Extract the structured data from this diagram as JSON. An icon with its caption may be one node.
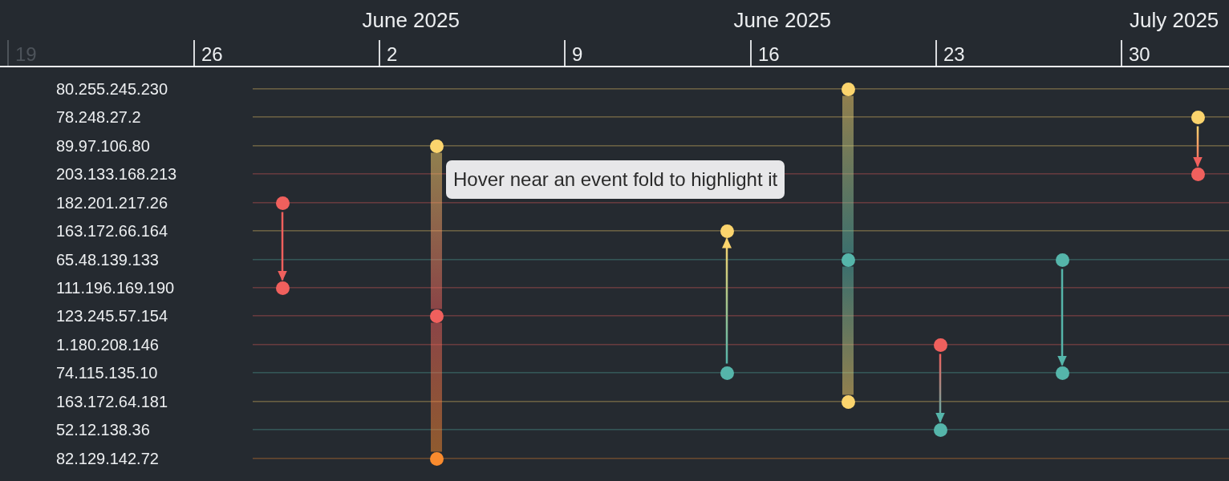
{
  "diagram": {
    "nodes": [
      {
        "text": [],
        "shape": "circle"
      },
      {
        "text": [],
        "shape": "circle"
      },
      {
        "text": [],
        "shape": "circle"
      },
      {
        "text": [],
        "shape": "circle"
      },
      {
        "text": [
          "Hover near an event fold to highlight it"
        ]
      },
      {
        "text": [],
        "shape": "circle"
      },
      {
        "text": [],
        "shape": "circle"
      },
      {
        "text": [],
        "shape": "circle"
      },
      {
        "text": [],
        "shape": "circle"
      },
      {
        "text": [],
        "shape": "circle"
      },
      {
        "text": [],
        "shape": "circle"
      },
      {
        "text": [],
        "shape": "circle"
      },
      {
        "text": [],
        "shape": "circle"
      },
      {
        "text": [],
        "shape": "circle"
      },
      {
        "text": [],
        "shape": "circle"
      },
      {
        "text": [],
        "shape": "circle"
      },
      {
        "text": [],
        "shape": "circle"
      }
    ],
    "edges": [
      {
        "from": 5,
        "to": 9,
        "arrow": "to"
      },
      {
        "from": 2,
        "to": 10,
        "arrow": "none",
        "style": "thick"
      },
      {
        "from": 10,
        "to": 16,
        "arrow": "none",
        "style": "thick"
      },
      {
        "from": 12,
        "to": 6,
        "arrow": "to"
      },
      {
        "from": 0,
        "to": 7,
        "arrow": "none",
        "style": "thick"
      },
      {
        "from": 7,
        "to": 14,
        "arrow": "none",
        "style": "thick"
      },
      {
        "from": 11,
        "to": 15,
        "arrow": "to"
      },
      {
        "from": 8,
        "to": 13,
        "arrow": "to"
      },
      {
        "from": 1,
        "to": 3,
        "arrow": "to"
      }
    ],
    "labels": [
      "June 2025",
      "June 2025",
      "July 2025",
      "19",
      "26",
      "2",
      "9",
      "16",
      "23",
      "30",
      "80.255.245.230",
      "78.248.27.2",
      "89.97.106.80",
      "203.133.168.213",
      "182.201.217.26",
      "163.172.66.164",
      "65.48.139.133",
      "111.196.169.190",
      "123.245.57.154",
      "1.180.208.146",
      "74.115.135.10",
      "163.172.64.181",
      "52.12.138.36",
      "82.129.142.72"
    ]
  }
}
